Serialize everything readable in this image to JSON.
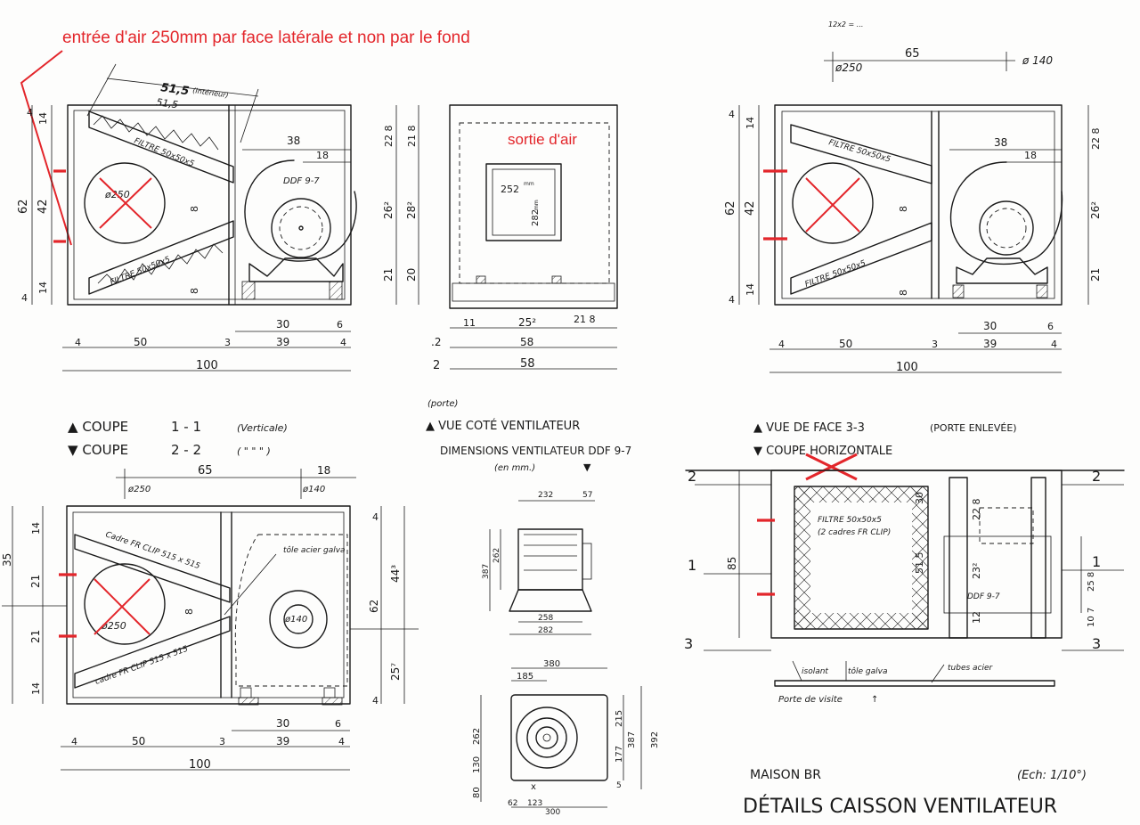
{
  "annotations": {
    "air_inlet": "entrée d'air 250mm par face latérale et non par le fond",
    "air_outlet": "sortie d'air"
  },
  "view_1": {
    "title_1": "COUPE",
    "title_1_num": "1 - 1",
    "title_1_note": "(Verticale)",
    "title_2": "COUPE",
    "title_2_num": "2 - 2",
    "title_2_note": "( \" \" \" )",
    "filter_top": "FILTRE 50x50x5",
    "filter_bottom": "FILTRE 50x50x5",
    "fan": "DDF 9-7",
    "diam": "ø250",
    "dim_515": "51,5",
    "dim_515_note": "(Intérieur)",
    "dim_515b": "51,5",
    "dims": {
      "h62": "62",
      "h42": "42",
      "h14a": "14",
      "h14b": "14",
      "h4a": "4",
      "h4b": "4",
      "r228": "22 8",
      "r218": "21 8",
      "r262": "26²",
      "r282": "28²",
      "r21": "21",
      "r20": "20",
      "d38": "38",
      "d18": "18",
      "d8a": "8",
      "d8b": "8",
      "d30": "30",
      "d6": "6",
      "d4a": "4",
      "d50": "50",
      "d3": "3",
      "d39": "39",
      "d4b": "4",
      "d100": "100"
    }
  },
  "view_side": {
    "title": "VUE COTÉ VENTILATEUR",
    "dims_top": [
      "11",
      "25²",
      "21 8"
    ],
    "dim_58a": "58",
    "dim_58b": "58",
    "dim_2a": ".2",
    "dim_2b": "2",
    "porte": "(porte)",
    "inner_w": "252",
    "inner_h": "282",
    "mm_1": "mm",
    "mm_2": "mm"
  },
  "view_front": {
    "title": "VUE DE FACE 3-3",
    "title_note": "(PORTE ENLEVÉE)",
    "filter_top": "FILTRE 50x50x5",
    "filter_bottom": "FILTRE 50x50x5",
    "dim_65": "65",
    "dim_250": "ø250",
    "dim_140": "ø 140",
    "top_note": "12x2 = ...",
    "dims": {
      "h62": "62",
      "h42": "42",
      "h14a": "14",
      "h14b": "14",
      "h4a": "4",
      "h4b": "4",
      "r228": "22 8",
      "r262": "26²",
      "r21": "21",
      "d38": "38",
      "d18": "18",
      "d8a": "8",
      "d8b": "8",
      "d30": "30",
      "d6": "6",
      "d4a": "4",
      "d50": "50",
      "d3": "3",
      "d39": "39",
      "d4b": "4",
      "d100": "100"
    }
  },
  "view_horizontal": {
    "title": "COUPE HORIZONTALE",
    "filter": "FILTRE 50x50x5",
    "filter_note": "(2 cadres FR CLIP)",
    "fan": "DDF 9-7",
    "isolant": "isolant",
    "tole": "tôle galva",
    "tubes": "tubes acier",
    "porte": "Porte de visite",
    "labels": [
      "2",
      "2",
      "1",
      "1",
      "3",
      "3"
    ],
    "dims": {
      "d85": "85",
      "d30": "30",
      "d515": "51 5",
      "d228": "22 8",
      "d232": "23²",
      "d258": "25 8",
      "d12": "12",
      "d107": "10 7"
    }
  },
  "view_section_2": {
    "frame_top": "Cadre FR CLIP 515 x 515",
    "frame_bottom": "cadre FR CLIP 515 x 515",
    "tole": "tôle acier galva",
    "diam_250": "ø250",
    "diam_140": "ø140",
    "dim_65": "65",
    "dim_18": "18",
    "dim_ø250": "ø250",
    "dim_ø140": "ø140",
    "dims": {
      "h35": "35",
      "h14a": "14",
      "h21a": "21",
      "h21b": "21",
      "h14b": "14",
      "r62": "62",
      "r443": "44³",
      "r257": "25⁷",
      "r4a": "4",
      "r4b": "4",
      "d8": "8",
      "d30": "30",
      "d6": "6",
      "d4a": "4",
      "d50": "50",
      "d3": "3",
      "d39": "39",
      "d4b": "4",
      "d100": "100"
    }
  },
  "fan_dims": {
    "title": "DIMENSIONS VENTILATEUR DDF 9-7",
    "unit": "(en mm.)",
    "top": {
      "w232": "232",
      "w57": "57",
      "h387": "387",
      "h262": "262",
      "w258": "258",
      "w282": "282"
    },
    "bottom": {
      "w380": "380",
      "w185": "185",
      "h262": "262",
      "h130": "130",
      "h80": "80",
      "h215": "215",
      "h387": "387",
      "h392": "392",
      "h177": "177",
      "h5": "5",
      "w62": "62",
      "w123": "123",
      "w300": "300",
      "x": "x"
    }
  },
  "title_block": {
    "maison": "MAISON BR",
    "scale": "(Ech: 1/10°)",
    "title": "DÉTAILS CAISSON VENTILATEUR"
  }
}
